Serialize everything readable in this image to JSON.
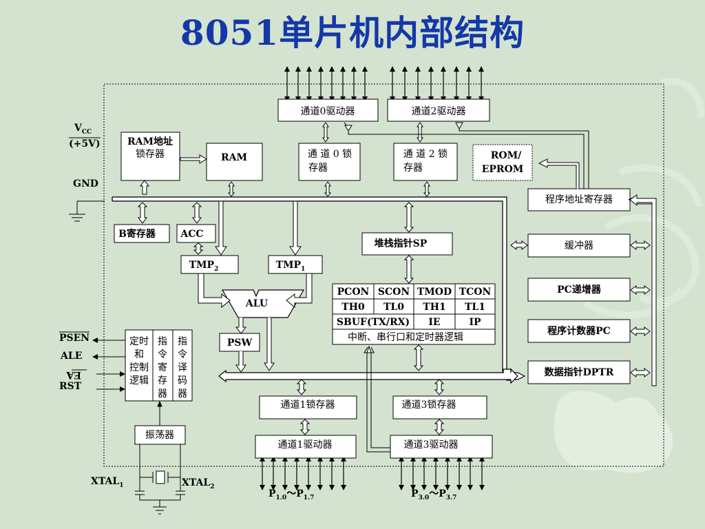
{
  "title": "8051单片机内部结构",
  "blocks": {
    "p0_driver": "通道0驱动器",
    "p2_driver": "通道2驱动器",
    "ram_addr_line1": "RAM地址",
    "ram_addr_line2": "锁存器",
    "ram": "RAM",
    "p0_latch_line1": "通 道 0 锁",
    "p0_latch_line2": "存器",
    "p2_latch_line1": "通 道 2 锁",
    "p2_latch_line2": "存器",
    "rom_line1": "ROM/",
    "rom_line2": "EPROM",
    "pc_addr_reg": "程序地址寄存器",
    "b_reg": "B寄存器",
    "acc": "ACC",
    "sp": "堆栈指针SP",
    "buffer": "缓冲器",
    "tmp2": "TMP",
    "tmp2_sub": "2",
    "tmp1": "TMP",
    "tmp1_sub": "1",
    "alu": "ALU",
    "pc_inc": "PC递增器",
    "pc": "程序计数器PC",
    "dptr": "数据指针DPTR",
    "psw": "PSW",
    "timing_ctrl": [
      "定时",
      "和",
      "控制",
      "逻辑"
    ],
    "instr_reg": [
      "指",
      "令",
      "寄",
      "存",
      "器"
    ],
    "instr_dec": [
      "指",
      "令",
      "译",
      "码",
      "器"
    ],
    "p1_latch": "通道1锁存器",
    "p3_latch": "通道3锁存器",
    "p1_driver": "通道1驱动器",
    "p3_driver": "通道3驱动器",
    "oscillator": "振荡器"
  },
  "sfr_table": {
    "rows": [
      [
        "PCON",
        "SCON",
        "TMOD",
        "TCON"
      ],
      [
        "TH0",
        "TL0",
        "TH1",
        "TL1"
      ],
      [
        "SBUF(TX/RX)",
        "IE",
        "IP"
      ]
    ],
    "footer": "中断、串行口和定时器逻辑"
  },
  "pins": {
    "vcc": "V",
    "vcc_sub": "CC",
    "vcc_volt": "(+5V)",
    "gnd": "GND",
    "psen": "PSEN",
    "ale": "ALE",
    "ea": "EA",
    "rst": "RST",
    "xtal1": "XTAL",
    "xtal1_sub": "1",
    "xtal2": "XTAL",
    "xtal2_sub": "2",
    "p1_range": {
      "a": "P",
      "a_sub": "1.0",
      "sep": "～",
      "b": "P",
      "b_sub": "1.7"
    },
    "p3_range": {
      "a": "P",
      "a_sub": "3.0",
      "sep": "～",
      "b": "P",
      "b_sub": "3.7"
    }
  },
  "colors": {
    "background": "#d3e3cf",
    "title": "#1438a8",
    "box_fill": "#ffffff",
    "line": "#000000"
  }
}
